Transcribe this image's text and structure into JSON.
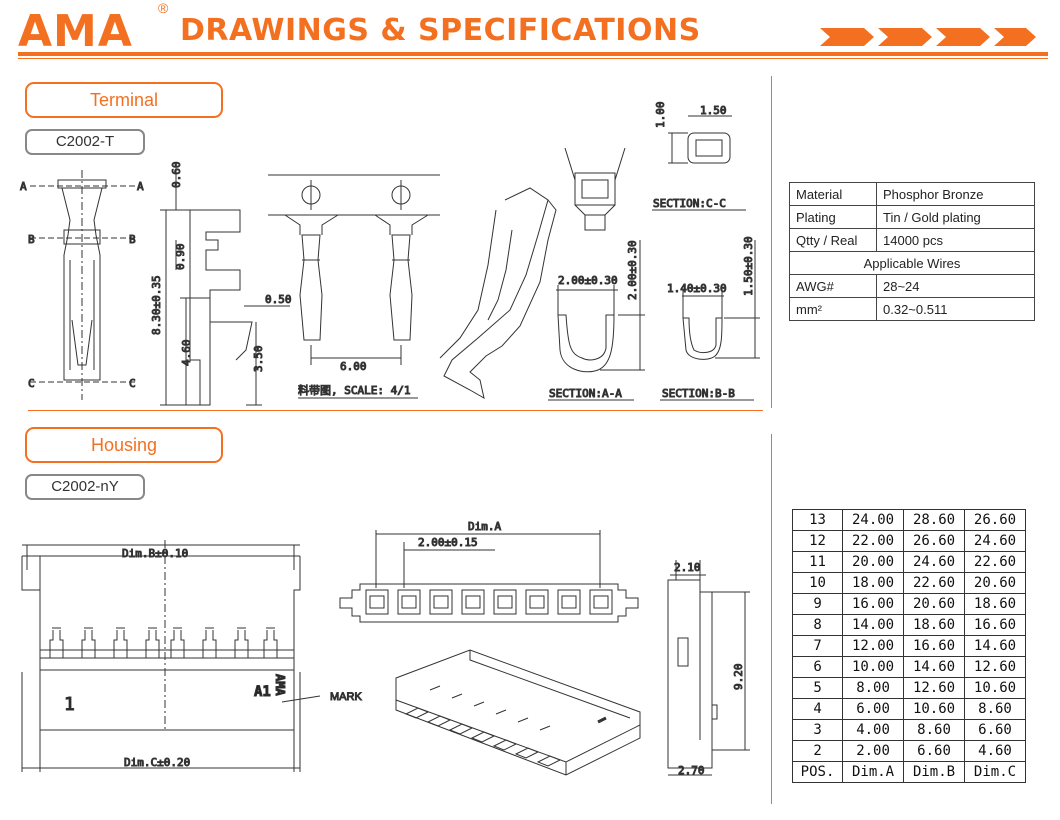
{
  "header": {
    "brand": "AMA",
    "registered": "®",
    "title": "DRAWINGS & SPECIFICATIONS"
  },
  "terminal": {
    "section_label": "Terminal",
    "part_number": "C2002-T",
    "dims": {
      "d060": "0.60",
      "d090": "0.90",
      "d830": "8.30±0.35",
      "d460": "4.60",
      "d350": "3.50",
      "d050": "0.50",
      "d600": "6.00",
      "scale": "料带图, SCALE: 4/1",
      "sa_w": "2.00±0.30",
      "sa_h": "2.00±0.30",
      "sb_w": "1.40±0.30",
      "sb_h": "1.50±0.30",
      "sc_w": "1.50",
      "sc_h": "1.00"
    },
    "section_labels": {
      "a": "SECTION:A-A",
      "b": "SECTION:B-B",
      "c": "SECTION:C-C"
    },
    "markers": {
      "a": "A",
      "b": "B",
      "c": "C"
    }
  },
  "specs": {
    "rows": [
      {
        "label": "Material",
        "value": "Phosphor Bronze"
      },
      {
        "label": "Plating",
        "value": "Tin / Gold plating"
      },
      {
        "label": "Qtty / Real",
        "value": "14000 pcs"
      }
    ],
    "wires_header": "Applicable Wires",
    "wire_rows": [
      {
        "label": "AWG#",
        "value": "28~24"
      },
      {
        "label": "mm²",
        "value": "0.32~0.511"
      }
    ]
  },
  "housing": {
    "section_label": "Housing",
    "part_number": "C2002-nY",
    "dims": {
      "dim_b": "Dim.B±0.10",
      "dim_c": "Dim.C±0.20",
      "dim_a": "Dim.A",
      "pitch": "2.00±0.15",
      "d210": "2.10",
      "d920": "9.20",
      "d270": "2.70"
    },
    "pin_one": "1",
    "a1_mark": "A1",
    "logo_mark": "AMA",
    "mark_label": "MARK"
  },
  "dim_table": {
    "columns": [
      "POS.",
      "Dim.A",
      "Dim.B",
      "Dim.C"
    ],
    "rows": [
      [
        "13",
        "24.00",
        "28.60",
        "26.60"
      ],
      [
        "12",
        "22.00",
        "26.60",
        "24.60"
      ],
      [
        "11",
        "20.00",
        "24.60",
        "22.60"
      ],
      [
        "10",
        "18.00",
        "22.60",
        "20.60"
      ],
      [
        "9",
        "16.00",
        "20.60",
        "18.60"
      ],
      [
        "8",
        "14.00",
        "18.60",
        "16.60"
      ],
      [
        "7",
        "12.00",
        "16.60",
        "14.60"
      ],
      [
        "6",
        "10.00",
        "14.60",
        "12.60"
      ],
      [
        "5",
        "8.00",
        "12.60",
        "10.60"
      ],
      [
        "4",
        "6.00",
        "10.60",
        "8.60"
      ],
      [
        "3",
        "4.00",
        "8.60",
        "6.60"
      ],
      [
        "2",
        "2.00",
        "6.60",
        "4.60"
      ]
    ]
  },
  "colors": {
    "accent": "#f37021",
    "line": "#333333"
  }
}
